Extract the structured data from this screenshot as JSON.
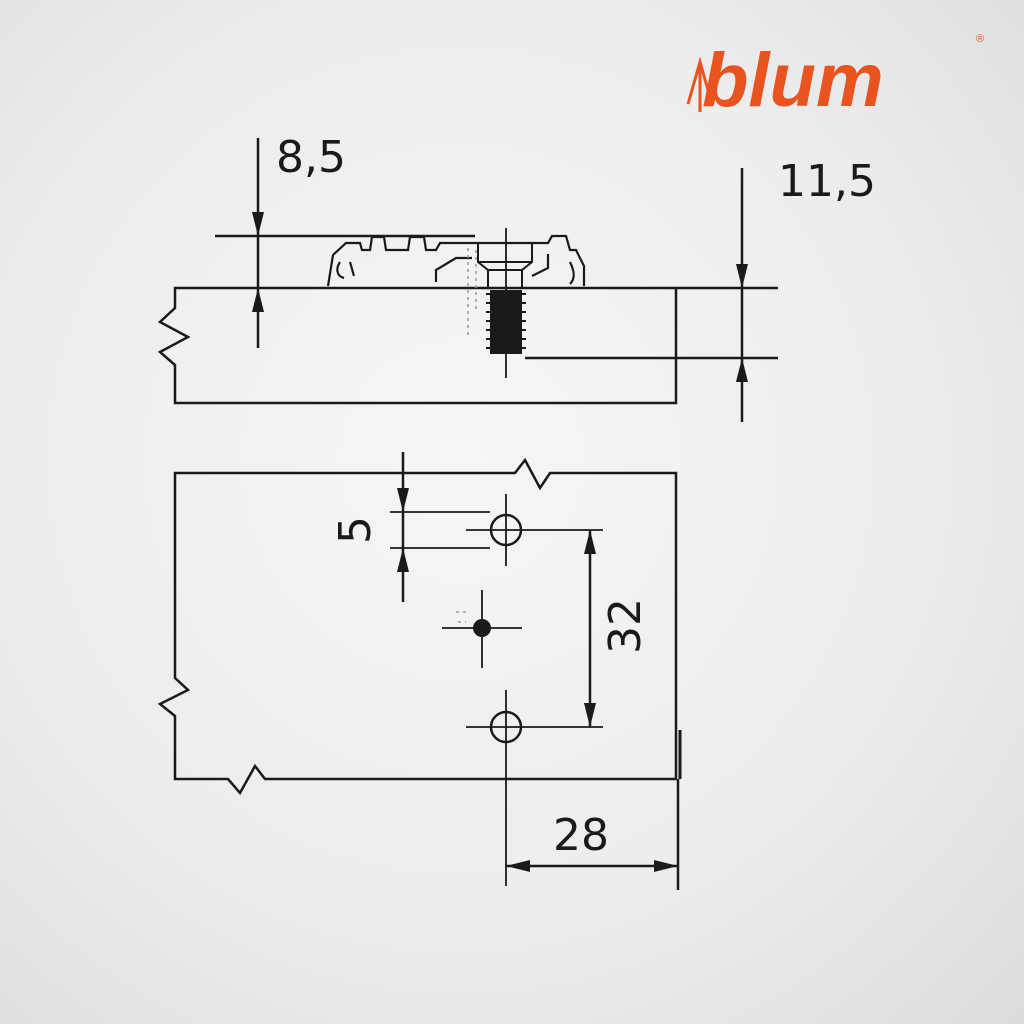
{
  "brand": {
    "name": "blum",
    "color": "#e8531f",
    "registered": "®"
  },
  "side_view": {
    "dim_top_plate": "8,5",
    "dim_panel_depth": "11,5"
  },
  "front_view": {
    "dim_hole_offset": "5",
    "dim_hole_spacing": "32",
    "dim_edge_distance": "28"
  },
  "colors": {
    "line": "#1a1a1a",
    "background": "#ececec"
  }
}
